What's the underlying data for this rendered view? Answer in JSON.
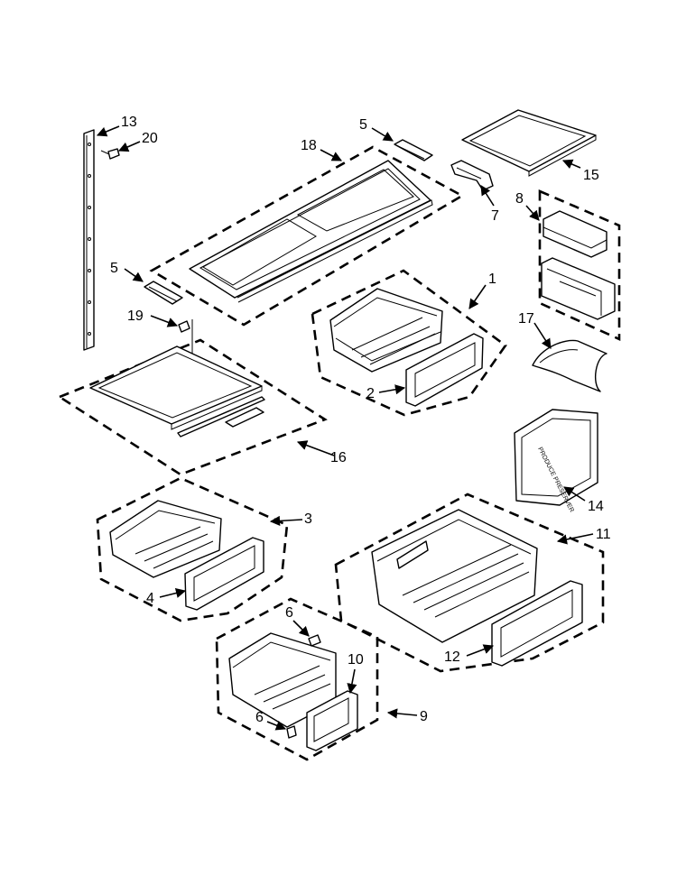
{
  "callouts": {
    "c1": "1",
    "c2": "2",
    "c3": "3",
    "c4": "4",
    "c5a": "5",
    "c5b": "5",
    "c6a": "6",
    "c6b": "6",
    "c7": "7",
    "c8": "8",
    "c9": "9",
    "c10": "10",
    "c11": "11",
    "c12": "12",
    "c13": "13",
    "c14": "14",
    "c15": "15",
    "c16": "16",
    "c17": "17",
    "c18": "18",
    "c19": "19",
    "c20": "20"
  },
  "part_labels": {
    "produce_preserver": "PRODUCE PRESERVER"
  },
  "colors": {
    "line": "#000000",
    "background": "#ffffff"
  }
}
